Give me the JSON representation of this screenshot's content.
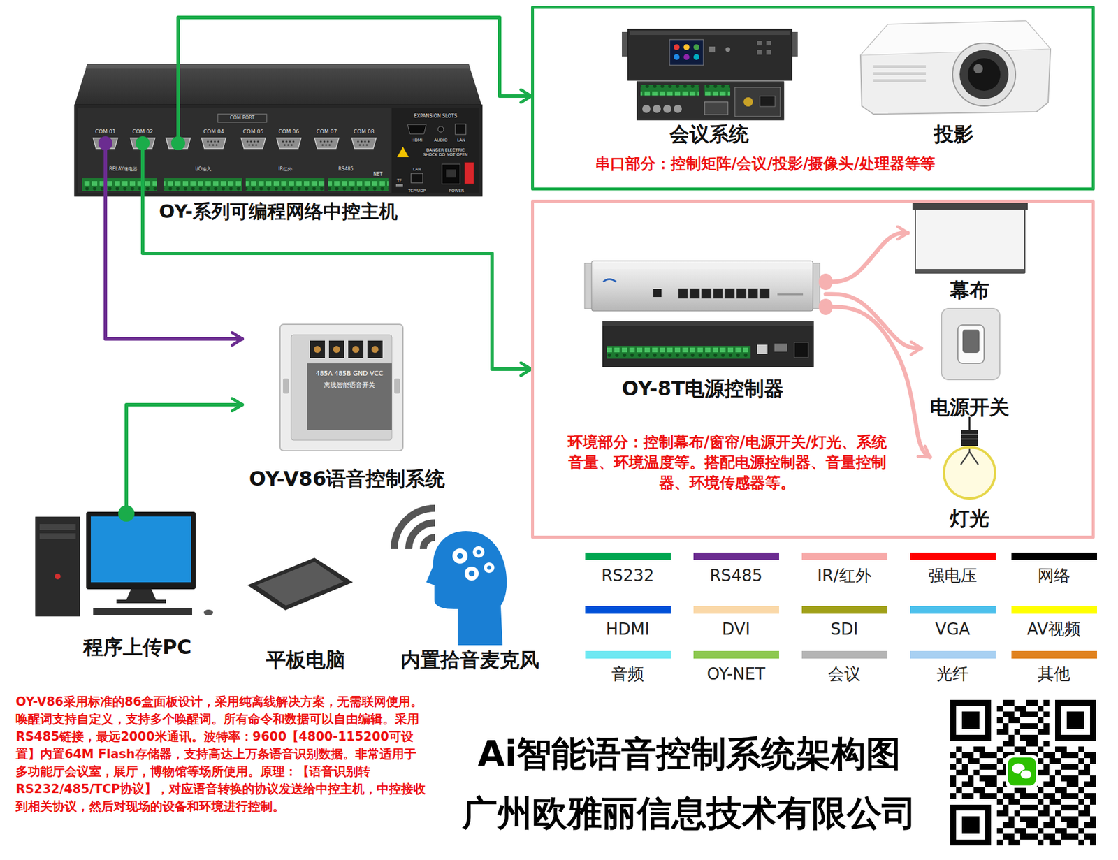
{
  "diagram": {
    "title": "Ai智能语音控制系统架构图",
    "nodes": [
      {
        "text": [
          "OY-系列可编程网络中控主机"
        ]
      },
      {
        "text": [
          "串口部分：控制矩阵/会议/投影/摄像头/处理器等等"
        ]
      },
      {
        "text": [
          "会议系统"
        ],
        "in": 1
      },
      {
        "text": [
          "投影"
        ],
        "in": 1
      },
      {
        "text": [
          "环境部分：控制幕布/窗帘/电源开关/灯光、系统音量、环境温度等。搭配电源控制器、音量控制器、环境传感器等。"
        ]
      },
      {
        "text": [
          "OY-8T电源控制器"
        ],
        "in": 4
      },
      {
        "text": [
          "幕布"
        ],
        "in": 4
      },
      {
        "text": [
          "电源开关"
        ],
        "in": 4
      },
      {
        "text": [
          "灯光"
        ],
        "in": 4
      },
      {
        "text": [
          "OY-V86语音控制系统"
        ]
      },
      {
        "text": [
          "程序上传PC"
        ]
      },
      {
        "text": [
          "平板电脑"
        ]
      },
      {
        "text": [
          "内置拾音麦克风"
        ]
      }
    ],
    "edges": [
      {
        "from": 0,
        "to": 1,
        "arrow": "to"
      },
      {
        "from": 0,
        "to": 4,
        "arrow": "to"
      },
      {
        "from": 0,
        "to": 9,
        "arrow": "to"
      },
      {
        "from": 10,
        "to": 9,
        "arrow": "to"
      },
      {
        "from": 5,
        "to": 6,
        "arrow": "to"
      },
      {
        "from": 5,
        "to": 7,
        "arrow": "to"
      },
      {
        "from": 5,
        "to": 8,
        "arrow": "to"
      }
    ],
    "labels": [
      "COM 01",
      "COM 02",
      "COM 04",
      "COM 05",
      "COM 06",
      "COM 07",
      "COM 08",
      "COM PORT",
      "EXPANSION SLOTS",
      "HDMI",
      "AUDIO",
      "LAN",
      "DANGER ELECTRIC SHOCK DO NOT OPEN",
      "RELAY继电器",
      "I/O输入",
      "IR红外",
      "RS485",
      "NET",
      "TF",
      "LAN",
      "TCP/UDP",
      "POWER",
      "485A 485B GND VCC",
      "离线智能语音开关",
      "OY-V86采用标准的86盒面板设计，采用纯离线解决方案，无需联网使用。唤醒词支持自定义，支持多个唤醒词。所有命令和数据可以自由编辑。采用RS485链接，最远2000米通讯。波特率：9600【4800-115200可设置】内置64M Flash存储器，支持高达上万条语音识别数据。非常适用于多功能厅会议室，展厅，博物馆等场所使用。原理：【语音识别转RS232/485/TCP协议】，对应语音转换的协议发送给中控主机，中控接收到相关协议，然后对现场的设备和环境进行控制。",
      "广州欧雅丽信息技术有限公司"
    ],
    "legend": [
      {
        "text": "RS232",
        "color": "#00a650"
      },
      {
        "text": "RS485",
        "color": "#6b2c90"
      },
      {
        "text": "IR/红外",
        "color": "#f7a9a8"
      },
      {
        "text": "强电压",
        "color": "#ff0000"
      },
      {
        "text": "网络",
        "color": "#000000"
      },
      {
        "text": "HDMI",
        "color": "#0050d8"
      },
      {
        "text": "DVI",
        "color": "#fad8a8"
      },
      {
        "text": "SDI",
        "color": "#a0a018"
      },
      {
        "text": "VGA",
        "color": "#4cc0ec"
      },
      {
        "text": "AV视频",
        "color": "#ffff00"
      },
      {
        "text": "音频",
        "color": "#6ee8f2"
      },
      {
        "text": "OY-NET",
        "color": "#8dc850"
      },
      {
        "text": "会议",
        "color": "#b4b4b4"
      },
      {
        "text": "光纤",
        "color": "#a8d0f2"
      },
      {
        "text": "其他",
        "color": "#e0821e"
      }
    ]
  }
}
